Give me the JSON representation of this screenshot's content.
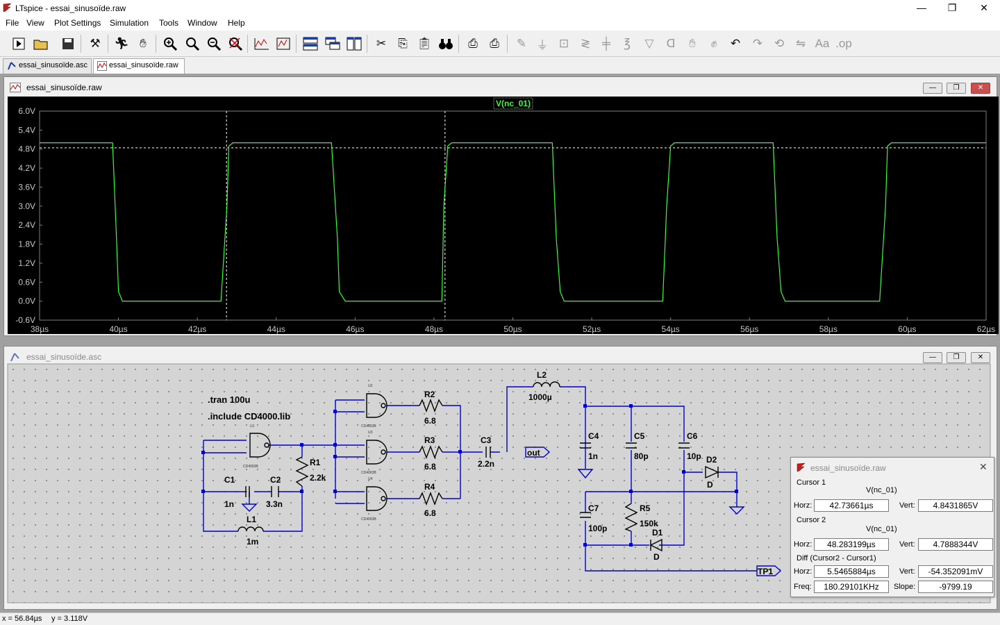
{
  "window": {
    "title": "LTspice - essai_sinusoïde.raw",
    "min": "—",
    "max": "❐",
    "close": "✕"
  },
  "menu": [
    "File",
    "View",
    "Plot Settings",
    "Simulation",
    "Tools",
    "Window",
    "Help"
  ],
  "tabs": [
    {
      "label": "essai_sinusoïde.asc",
      "icon": "schematic-icon"
    },
    {
      "label": "essai_sinusoïde.raw",
      "icon": "waveform-icon"
    }
  ],
  "waveform_window": {
    "title": "essai_sinusoïde.raw"
  },
  "schematic_window": {
    "title": "essai_sinusoïde.asc"
  },
  "chart_data": {
    "type": "line",
    "title": "V(nc_01)",
    "xlabel": "",
    "ylabel": "",
    "x_unit": "µs",
    "xlim": [
      38,
      62
    ],
    "ylim": [
      -0.6,
      6.0
    ],
    "xticks": [
      "38µs",
      "40µs",
      "42µs",
      "44µs",
      "46µs",
      "48µs",
      "50µs",
      "52µs",
      "54µs",
      "56µs",
      "58µs",
      "60µs",
      "62µs"
    ],
    "yticks": [
      "6.0V",
      "5.4V",
      "4.8V",
      "4.2V",
      "3.6V",
      "3.0V",
      "2.4V",
      "1.8V",
      "1.2V",
      "0.6V",
      "0.0V",
      "-0.6V"
    ],
    "grid": true,
    "cursors": [
      42.74,
      48.28
    ],
    "cursor_level": 4.84,
    "series": [
      {
        "name": "V(nc_01)",
        "color": "#33ff33",
        "x": [
          38,
          39.85,
          39.95,
          40.0,
          40.1,
          42.6,
          42.75,
          42.8,
          42.9,
          45.4,
          45.55,
          45.6,
          45.75,
          48.2,
          48.25,
          48.35,
          48.45,
          51.0,
          51.1,
          51.2,
          51.3,
          53.8,
          53.9,
          54.0,
          54.1,
          56.6,
          56.7,
          56.8,
          56.9,
          59.3,
          59.45,
          59.5,
          59.6,
          62
        ],
        "y": [
          5.0,
          5.0,
          2.0,
          0.3,
          0.0,
          0.0,
          3.0,
          4.9,
          5.0,
          5.0,
          2.0,
          0.3,
          0.0,
          0.0,
          3.0,
          4.9,
          5.0,
          5.0,
          2.0,
          0.3,
          0.0,
          0.0,
          3.0,
          4.9,
          5.0,
          5.0,
          2.0,
          0.3,
          0.0,
          0.0,
          3.0,
          4.9,
          5.0,
          5.0
        ]
      }
    ]
  },
  "schematic": {
    "directives": [
      ".tran 100u",
      ".include CD4000.lib"
    ],
    "components": [
      {
        "ref": "R1",
        "value": "2.2k"
      },
      {
        "ref": "C1",
        "value": "1n"
      },
      {
        "ref": "C2",
        "value": "3.3n"
      },
      {
        "ref": "L1",
        "value": "1m"
      },
      {
        "ref": "R2",
        "value": "6.8"
      },
      {
        "ref": "R3",
        "value": "6.8"
      },
      {
        "ref": "R4",
        "value": "6.8"
      },
      {
        "ref": "C3",
        "value": "2.2n"
      },
      {
        "ref": "L2",
        "value": "1000µ"
      },
      {
        "ref": "C4",
        "value": "1n"
      },
      {
        "ref": "C5",
        "value": "80p"
      },
      {
        "ref": "C6",
        "value": "10p"
      },
      {
        "ref": "D2",
        "value": "D"
      },
      {
        "ref": "C7",
        "value": "100p"
      },
      {
        "ref": "R5",
        "value": "150k"
      },
      {
        "ref": "D1",
        "value": "D"
      }
    ],
    "gates": [
      {
        "ref": "U1",
        "part": "CD4093B"
      },
      {
        "ref": "U2",
        "part": "CD4093B"
      },
      {
        "ref": "U3",
        "part": "CD4093B"
      },
      {
        "ref": "U4",
        "part": "CD4093B"
      }
    ],
    "net_labels": [
      "out",
      "TP1"
    ]
  },
  "cursor_dialog": {
    "title": "essai_sinusoïde.raw",
    "cursor1_label": "Cursor 1",
    "cursor1_trace": "V(nc_01)",
    "cursor1_horz": "42.73661µs",
    "cursor1_vert": "4.8431865V",
    "cursor2_label": "Cursor 2",
    "cursor2_trace": "V(nc_01)",
    "cursor2_horz": "48.283199µs",
    "cursor2_vert": "4.7888344V",
    "diff_label": "Diff (Cursor2 - Cursor1)",
    "diff_horz": "5.5465884µs",
    "diff_vert": "-54.352091mV",
    "freq": "180.29101KHz",
    "slope": "-9799.19",
    "horz_label": "Horz:",
    "vert_label": "Vert:",
    "freq_label": "Freq:",
    "slope_label": "Slope:"
  },
  "status": {
    "x": "x = 56.84µs",
    "y": "y = 3.118V"
  }
}
